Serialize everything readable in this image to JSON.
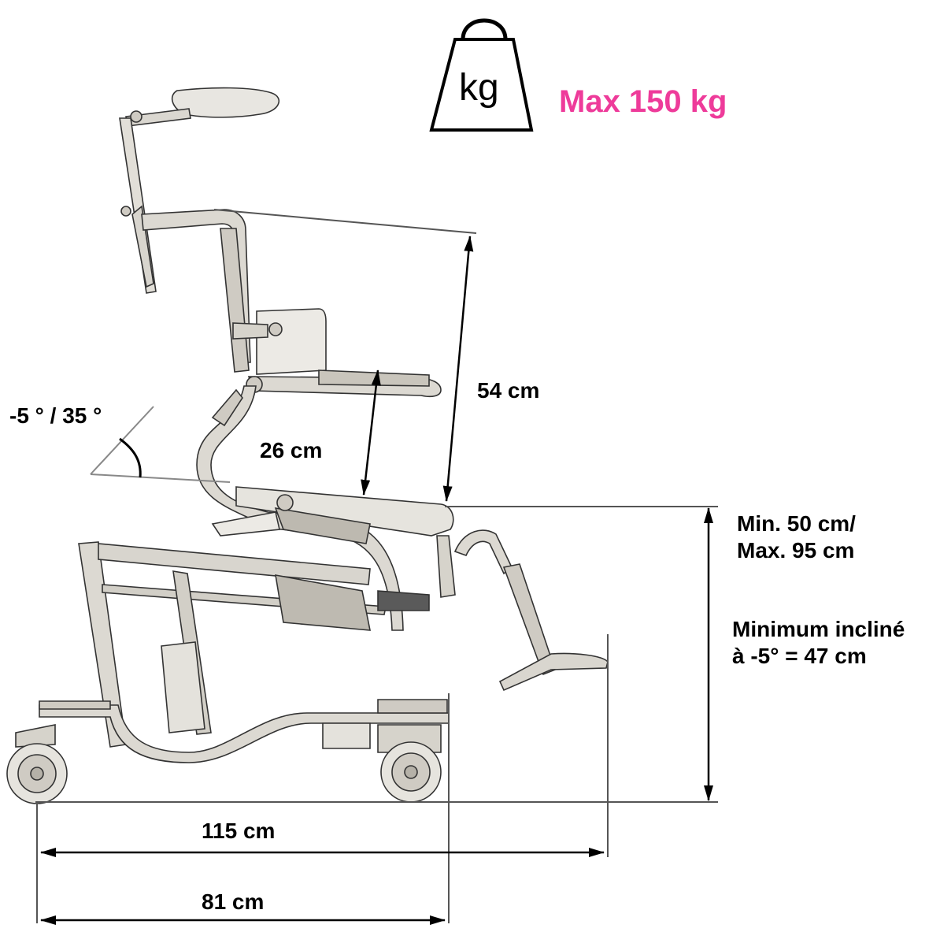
{
  "weight": {
    "icon": "weight-icon",
    "unit": "kg",
    "max_label": "Max 150 kg",
    "max_color": "#ee3b9a"
  },
  "dimensions": {
    "backrest_height": "54 cm",
    "armrest_height": "26 cm",
    "tilt_angle": "-5 ° / 35 °",
    "seat_height_line1": "Min. 50 cm/",
    "seat_height_line2": "Max. 95 cm",
    "inclined_line1": "Minimum incliné",
    "inclined_line2": "à -5° = 47 cm",
    "total_length": "115 cm",
    "base_length": "81 cm"
  },
  "colors": {
    "frame": "#d9d6cf",
    "outline": "#333333",
    "dim_line": "#000000"
  }
}
